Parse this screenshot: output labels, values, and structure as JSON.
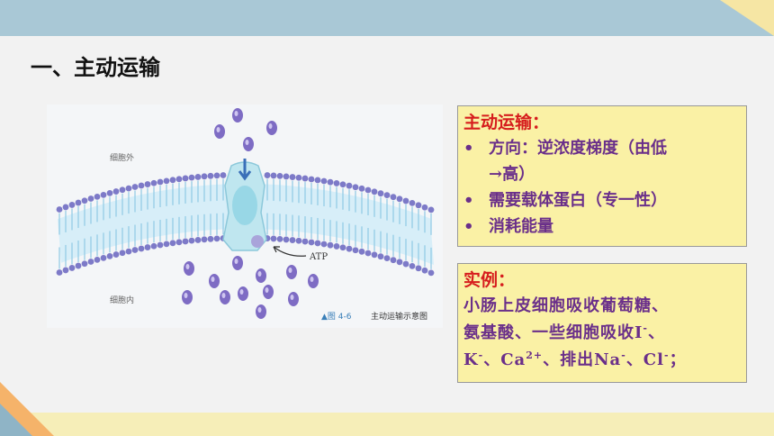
{
  "title": "一、主动运输",
  "figure": {
    "outside_label": "细胞外",
    "inside_label": "细胞内",
    "atp_label": "ATP",
    "caption_marker": "▲图 4-6",
    "caption_text": "主动运输示意图"
  },
  "definition_box": {
    "heading": "主动运输：",
    "items": [
      {
        "bullet": "•",
        "text": "方向：逆浓度梯度（由低"
      },
      {
        "bullet": "",
        "text": "→高）"
      },
      {
        "bullet": "•",
        "text": "需要载体蛋白（专一性）"
      },
      {
        "bullet": "•",
        "text": "消耗能量"
      }
    ]
  },
  "example_box": {
    "heading": "实例：",
    "line1": "小肠上皮细胞吸收葡萄糖、",
    "line2": "氨基酸、一些细胞吸收I",
    "line2_sup": "-",
    "line2_end": "、",
    "line3_parts": [
      "K",
      "-",
      "、Ca",
      "2+",
      "、排出Na",
      "-",
      "、Cl",
      "-",
      "；"
    ]
  },
  "colors": {
    "heading_red": "#d61d1d",
    "body_purple": "#6a2f8a",
    "box_yellow": "#faf1a5",
    "membrane_blue": "#8ec9e4",
    "head_purple": "#7d7ac8"
  }
}
